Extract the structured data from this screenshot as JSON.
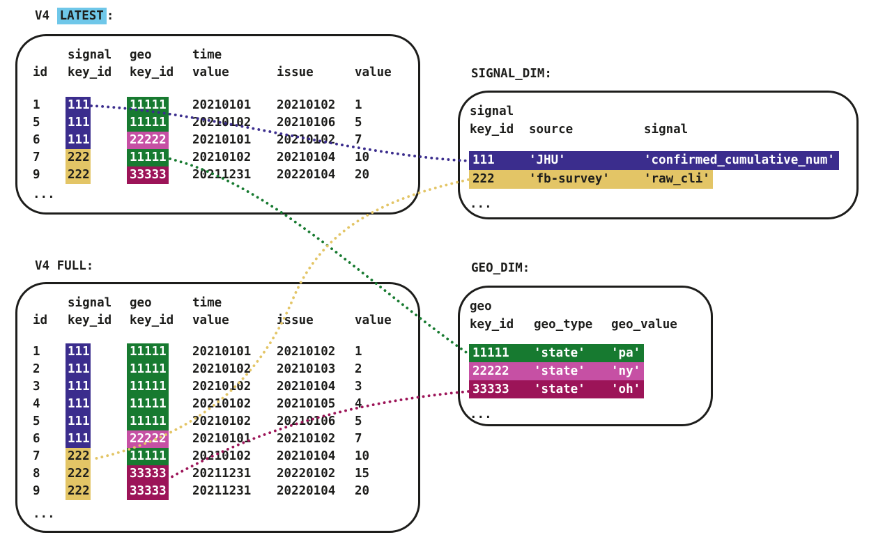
{
  "titles": {
    "latest_prefix": "V4 ",
    "latest_highlight": "LATEST",
    "latest_suffix": ":",
    "full": "V4 FULL:",
    "signal_dim": "SIGNAL_DIM:",
    "geo_dim": "GEO_DIM:"
  },
  "colors": {
    "indigo": "#3b2d8d",
    "gold": "#e3c566",
    "green": "#177a30",
    "orchid": "#c650a4",
    "maroon": "#9c1458",
    "cyan_highlight": "#6fc7e9",
    "ink": "#1d1d1b"
  },
  "fact_headers": {
    "line1": [
      "signal",
      "geo",
      "time"
    ],
    "line2": [
      "id",
      "key_id",
      "key_id",
      "value",
      "issue",
      "value"
    ]
  },
  "v4_latest": {
    "rows": [
      {
        "id": "1",
        "signal_key_id": "111",
        "signal_color": "indigo",
        "geo_key_id": "11111",
        "geo_color": "green",
        "time_value": "20210101",
        "issue": "20210102",
        "value": "1"
      },
      {
        "id": "5",
        "signal_key_id": "111",
        "signal_color": "indigo",
        "geo_key_id": "11111",
        "geo_color": "green",
        "time_value": "20210102",
        "issue": "20210106",
        "value": "5"
      },
      {
        "id": "6",
        "signal_key_id": "111",
        "signal_color": "indigo",
        "geo_key_id": "22222",
        "geo_color": "orchid",
        "time_value": "20210101",
        "issue": "20210102",
        "value": "7"
      },
      {
        "id": "7",
        "signal_key_id": "222",
        "signal_color": "gold",
        "geo_key_id": "11111",
        "geo_color": "green",
        "time_value": "20210102",
        "issue": "20210104",
        "value": "10"
      },
      {
        "id": "9",
        "signal_key_id": "222",
        "signal_color": "gold",
        "geo_key_id": "33333",
        "geo_color": "maroon",
        "time_value": "20211231",
        "issue": "20220104",
        "value": "20"
      }
    ],
    "ellipsis": "..."
  },
  "v4_full": {
    "rows": [
      {
        "id": "1",
        "signal_key_id": "111",
        "signal_color": "indigo",
        "geo_key_id": "11111",
        "geo_color": "green",
        "time_value": "20210101",
        "issue": "20210102",
        "value": "1"
      },
      {
        "id": "2",
        "signal_key_id": "111",
        "signal_color": "indigo",
        "geo_key_id": "11111",
        "geo_color": "green",
        "time_value": "20210102",
        "issue": "20210103",
        "value": "2"
      },
      {
        "id": "3",
        "signal_key_id": "111",
        "signal_color": "indigo",
        "geo_key_id": "11111",
        "geo_color": "green",
        "time_value": "20210102",
        "issue": "20210104",
        "value": "3"
      },
      {
        "id": "4",
        "signal_key_id": "111",
        "signal_color": "indigo",
        "geo_key_id": "11111",
        "geo_color": "green",
        "time_value": "20210102",
        "issue": "20210105",
        "value": "4"
      },
      {
        "id": "5",
        "signal_key_id": "111",
        "signal_color": "indigo",
        "geo_key_id": "11111",
        "geo_color": "green",
        "time_value": "20210102",
        "issue": "20210106",
        "value": "5"
      },
      {
        "id": "6",
        "signal_key_id": "111",
        "signal_color": "indigo",
        "geo_key_id": "22222",
        "geo_color": "orchid",
        "time_value": "20210101",
        "issue": "20210102",
        "value": "7"
      },
      {
        "id": "7",
        "signal_key_id": "222",
        "signal_color": "gold",
        "geo_key_id": "11111",
        "geo_color": "green",
        "time_value": "20210102",
        "issue": "20210104",
        "value": "10"
      },
      {
        "id": "8",
        "signal_key_id": "222",
        "signal_color": "gold",
        "geo_key_id": "33333",
        "geo_color": "maroon",
        "time_value": "20211231",
        "issue": "20220102",
        "value": "15"
      },
      {
        "id": "9",
        "signal_key_id": "222",
        "signal_color": "gold",
        "geo_key_id": "33333",
        "geo_color": "maroon",
        "time_value": "20211231",
        "issue": "20220104",
        "value": "20"
      }
    ],
    "ellipsis": "..."
  },
  "signal_dim": {
    "headers": {
      "line1": "signal",
      "line2": [
        "key_id",
        "source",
        "signal"
      ]
    },
    "rows": [
      {
        "key_id": "111",
        "source": "'JHU'",
        "signal": "'confirmed_cumulative_num'",
        "color": "indigo"
      },
      {
        "key_id": "222",
        "source": "'fb-survey'",
        "signal": "'raw_cli'",
        "color": "gold"
      }
    ],
    "ellipsis": "..."
  },
  "geo_dim": {
    "headers": {
      "line1": "geo",
      "line2": [
        "key_id",
        "geo_type",
        "geo_value"
      ]
    },
    "rows": [
      {
        "key_id": "11111",
        "geo_type": "'state'",
        "geo_value": "'pa'",
        "color": "green"
      },
      {
        "key_id": "22222",
        "geo_type": "'state'",
        "geo_value": "'ny'",
        "color": "orchid"
      },
      {
        "key_id": "33333",
        "geo_type": "'state'",
        "geo_value": "'oh'",
        "color": "maroon"
      }
    ],
    "ellipsis": "..."
  },
  "connectors": [
    {
      "name": "latest-signal-111-to-signal-dim",
      "color": "indigo"
    },
    {
      "name": "latest-geo-11111-to-geo-dim",
      "color": "green"
    },
    {
      "name": "signal-dim-222-to-full-signal-222",
      "color": "gold"
    },
    {
      "name": "geo-dim-33333-to-full-geo-33333",
      "color": "maroon"
    }
  ]
}
